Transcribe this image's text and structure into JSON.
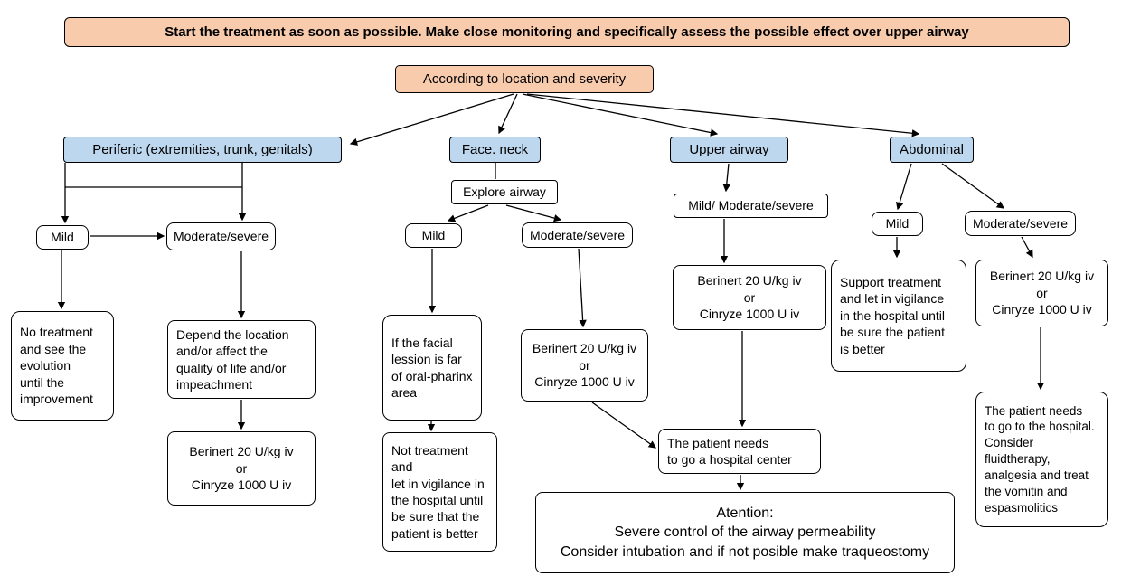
{
  "banner": {
    "text": "Start the treatment as soon as possible. Make close monitoring and specifically assess the possible effect over upper airway"
  },
  "root": {
    "text": "According to location and severity"
  },
  "categories": {
    "periferic": "Periferic (extremities, trunk, genitals)",
    "face_neck": "Face. neck",
    "upper_airway": "Upper airway",
    "abdominal": "Abdominal"
  },
  "nodes": {
    "explore_airway": "Explore airway",
    "upper_severity": "Mild/ Moderate/severe",
    "periferic_mild": "Mild",
    "periferic_moderate": "Moderate/severe",
    "face_mild": "Mild",
    "face_moderate": "Moderate/severe",
    "abdominal_mild": "Mild",
    "abdominal_moderate": "Moderate/severe",
    "no_treatment": "No treatment\nand see the\nevolution\nuntil the\nimprovement",
    "depend_location": "Depend the location\nand/or affect the\nquality of life and/or\nimpeachment",
    "berinert_periferic": "Berinert 20 U/kg iv\nor\nCinryze 1000 U iv",
    "facial_lession": "If the facial\nlession is far\nof oral-pharinx\narea",
    "not_treatment_vigilance": "Not treatment and\nlet in vigilance in\nthe hospital until\nbe sure that the\npatient is better",
    "berinert_face": "Berinert 20 U/kg iv\nor\nCinryze 1000 U iv",
    "berinert_upper": "Berinert 20 U/kg iv\nor\nCinryze 1000 U iv",
    "hospital_center": "The patient needs\nto go a hospital center",
    "attention": "Atention:\nSevere control of the airway permeability\nConsider intubation and if not posible make traqueostomy",
    "support_treatment": "Support treatment\nand let in vigilance\nin the hospital until\nbe sure the patient\n is better",
    "berinert_abdominal": "Berinert 20 U/kg iv\nor\nCinryze 1000 U iv",
    "hospital_abdominal": "The patient needs\nto go to the hospital.\nConsider fluidtherapy,\nanalgesia and treat\nthe vomitin and\nespasmolitics"
  },
  "colors": {
    "banner_fill": "#F8CBAD",
    "category_fill": "#BDD7EE",
    "node_fill": "#FFFFFF",
    "border": "#000000"
  }
}
